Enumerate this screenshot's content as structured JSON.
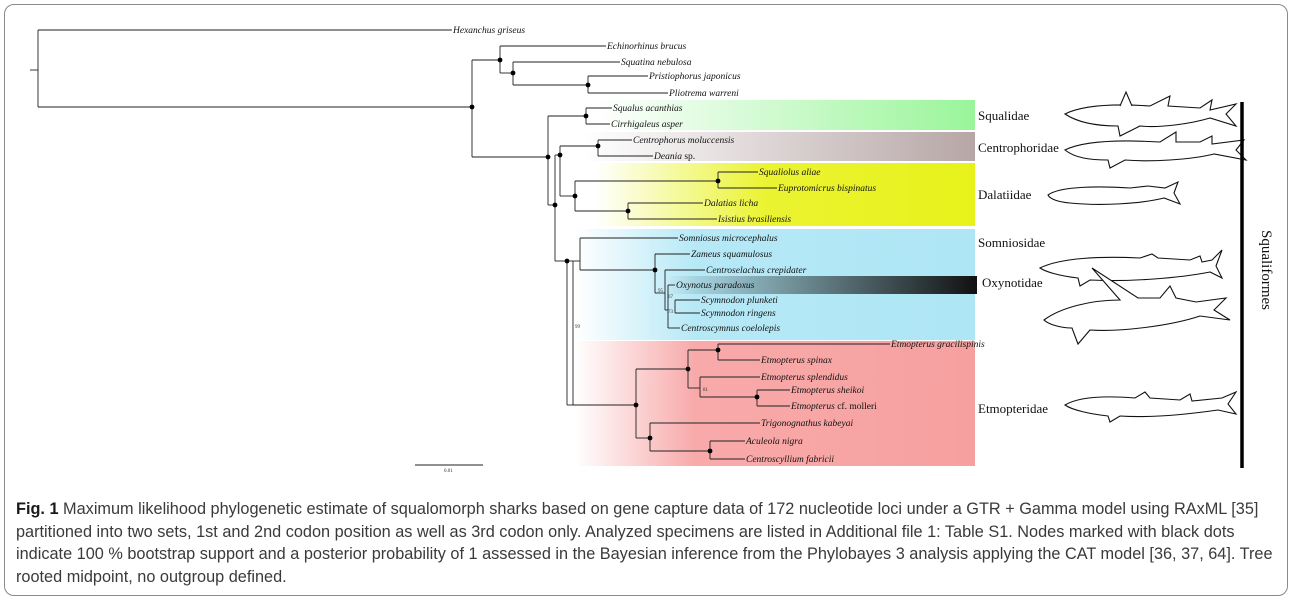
{
  "tree": {
    "taxa": [
      {
        "id": "hex",
        "label": "Hexanchus griseus"
      },
      {
        "id": "ech",
        "label": "Echinorhinus brucus"
      },
      {
        "id": "squat",
        "label": "Squatina nebulosa"
      },
      {
        "id": "pris",
        "label": "Pristiophorus japonicus"
      },
      {
        "id": "plio",
        "label": "Pliotrema warreni"
      },
      {
        "id": "sqac",
        "label": "Squalus acanthias"
      },
      {
        "id": "cirr",
        "label": "Cirrhigaleus asper"
      },
      {
        "id": "cemo",
        "label": "Centrophorus moluccensis"
      },
      {
        "id": "dean",
        "label": "Deania",
        "suffix": " sp."
      },
      {
        "id": "sqal",
        "label": "Squaliolus aliae"
      },
      {
        "id": "eupr",
        "label": "Euprotomicrus bispinatus"
      },
      {
        "id": "dali",
        "label": "Dalatias licha"
      },
      {
        "id": "isis",
        "label": "Isistius brasiliensis"
      },
      {
        "id": "somn",
        "label": "Somniosus microcephalus"
      },
      {
        "id": "zame",
        "label": "Zameus squamulosus"
      },
      {
        "id": "cecr",
        "label": "Centroselachus crepidater"
      },
      {
        "id": "oxyn",
        "label": "Oxynotus paradoxus"
      },
      {
        "id": "scpl",
        "label": "Scymnodon plunketi"
      },
      {
        "id": "scri",
        "label": "Scymnodon ringens"
      },
      {
        "id": "ceco",
        "label": "Centroscymnus coelolepis"
      },
      {
        "id": "etgr",
        "label": "Etmopterus gracilispinis"
      },
      {
        "id": "etsp",
        "label": "Etmopterus spinax"
      },
      {
        "id": "etspl",
        "label": "Etmopterus splendidus"
      },
      {
        "id": "etsh",
        "label": "Etmopterus sheikoi"
      },
      {
        "id": "etmo",
        "label": "Etmopterus",
        "suffix": " cf. molleri"
      },
      {
        "id": "trig",
        "label": "Trigonognathus kabeyai"
      },
      {
        "id": "acul",
        "label": "Aculeola nigra"
      },
      {
        "id": "cefa",
        "label": "Centroscyllium fabricii"
      }
    ],
    "support_values": [
      "99",
      "95",
      "67",
      "73",
      "81"
    ],
    "scale_label": "0.01"
  },
  "families": [
    {
      "id": "squalidae",
      "label": "Squalidae",
      "color": "#9af59a"
    },
    {
      "id": "centrophoridae",
      "label": "Centrophoridae",
      "color": "#b7a6a6"
    },
    {
      "id": "dalatiidae",
      "label": "Dalatiidae",
      "color": "#e8f21a"
    },
    {
      "id": "somniosidae",
      "label": "Somniosidae",
      "color": "#aee6f5"
    },
    {
      "id": "oxynotidae",
      "label": "Oxynotidae",
      "color": "#111111"
    },
    {
      "id": "etmopteridae",
      "label": "Etmopteridae",
      "color": "#f7a0a0"
    }
  ],
  "order_label": "Squaliformes",
  "caption": {
    "fig_label": "Fig. 1",
    "text": " Maximum likelihood phylogenetic estimate of squalomorph sharks based on gene capture data of 172 nucleotide loci under a GTR + Gamma model using RAxML [35] partitioned into two sets, 1st and 2nd codon position as well as 3rd codon only. Analyzed specimens are listed in Additional file 1: Table S1. Nodes marked with black dots indicate 100 % bootstrap support and a posterior probability of 1 assessed in the Bayesian inference from the Phylobayes 3 analysis applying the CAT model [36, 37, 64]. Tree rooted midpoint, no outgroup defined."
  }
}
